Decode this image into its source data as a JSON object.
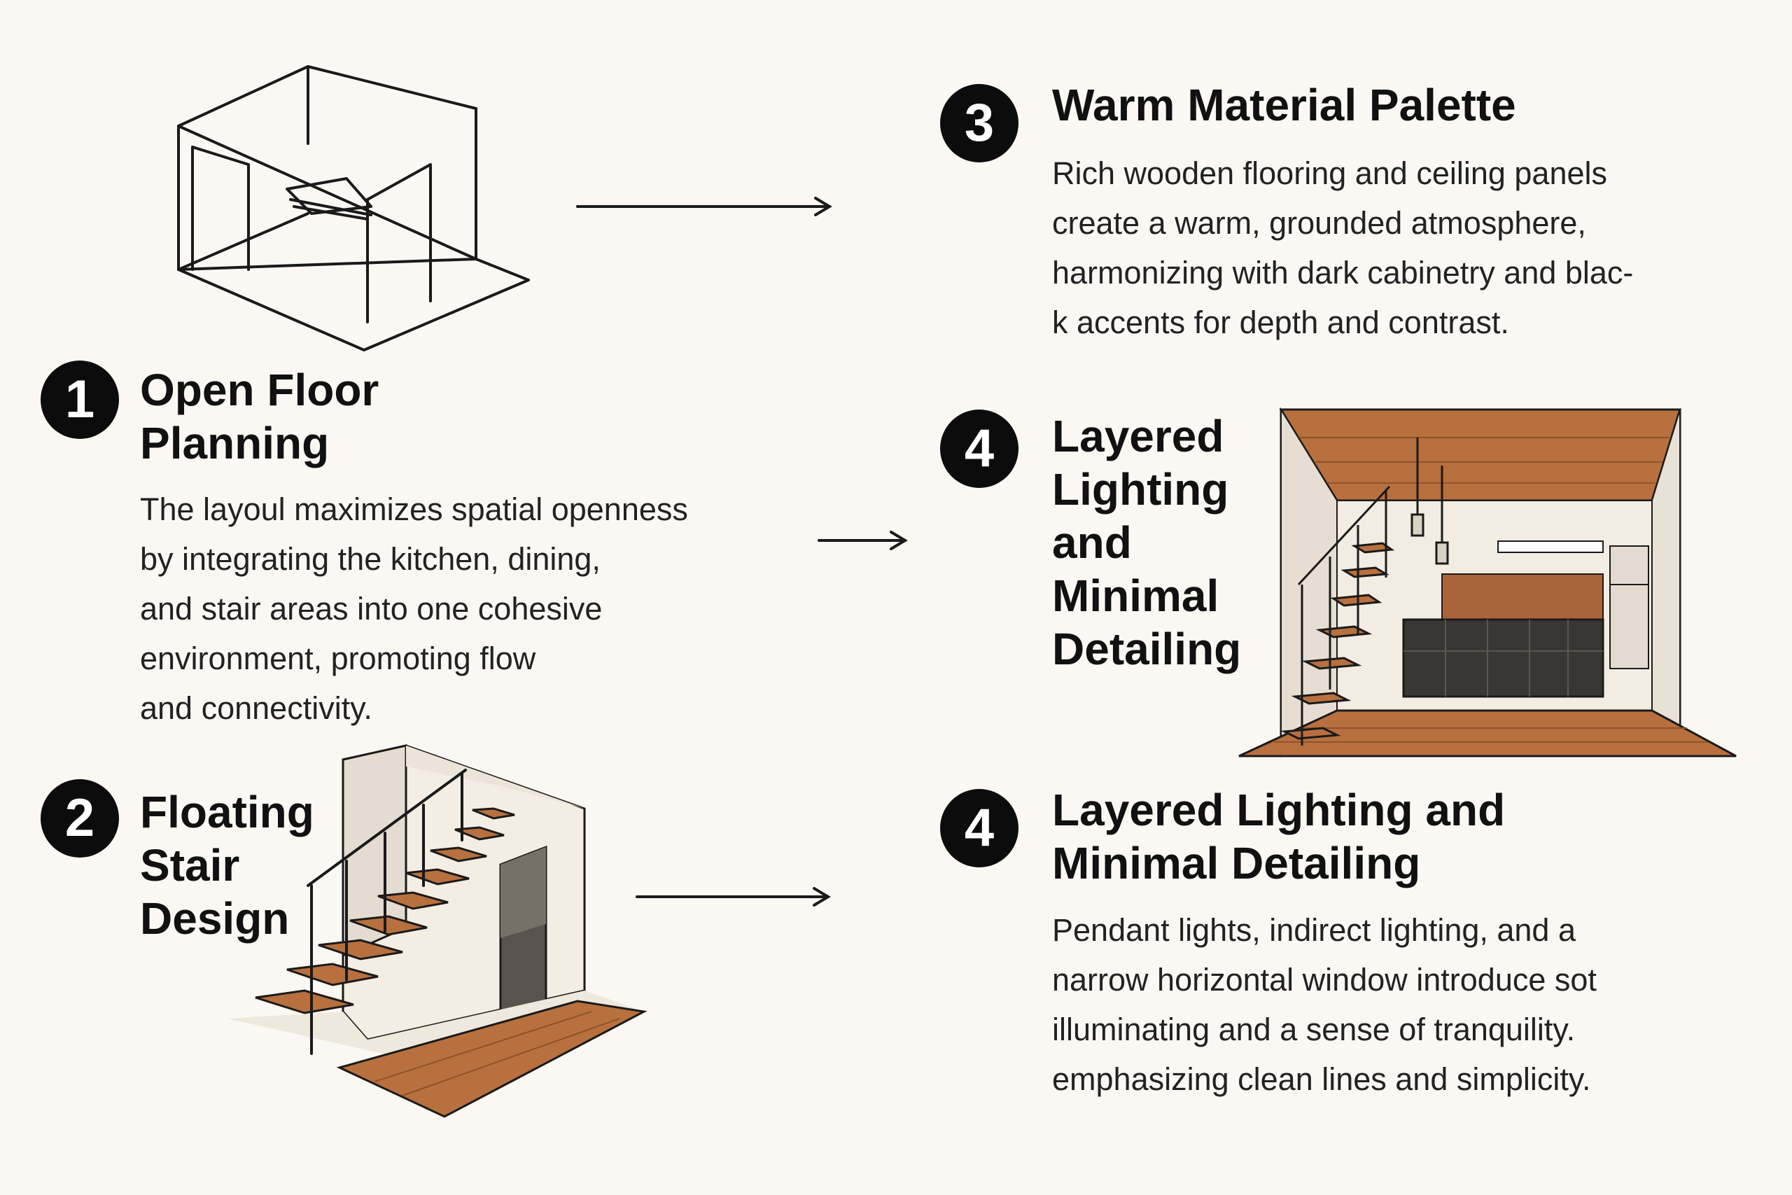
{
  "sections": [
    {
      "number": "1",
      "title_lines": [
        "Open Floor",
        "Planning"
      ],
      "body_lines": [
        "The layoul maximizes spatial openness",
        "by integrating the kitchen, dining,",
        "and stair areas into one cohesive",
        "environment, promoting flow",
        "and connectivity."
      ]
    },
    {
      "number": "2",
      "title_lines": [
        "Floating",
        "Stair",
        "Design"
      ]
    },
    {
      "number": "3",
      "title_lines": [
        "Warm Material Palette"
      ],
      "body_lines": [
        "Rich wooden flooring and ceiling panels",
        "create a warm, grounded atmosphere,",
        "harmonizing with dark cabinetry and blac-",
        "k accents for depth and contrast."
      ]
    },
    {
      "number": "4",
      "title_lines": [
        "Layered",
        "Lighting",
        "and",
        "Minimal",
        "Detailing"
      ]
    },
    {
      "number": "4",
      "title_lines": [
        "Layered Lighting and",
        "Minimal Detailing"
      ],
      "body_lines": [
        "Pendant lights, indirect lighting, and a",
        "narrow horizontal window introduce sot",
        "illuminating and a sense of tranquility.",
        "emphasizing clean lines and simplicity."
      ]
    }
  ],
  "colors": {
    "background": "#fbf8f3",
    "badge": "#0c0c0c",
    "wood": "#b8703e",
    "cabinet": "#3a3633",
    "line": "#1a1a1a"
  },
  "icons": [
    "room-outline-sketch-icon",
    "floating-stair-illustration",
    "interior-kitchen-illustration",
    "right-arrow-icon"
  ]
}
